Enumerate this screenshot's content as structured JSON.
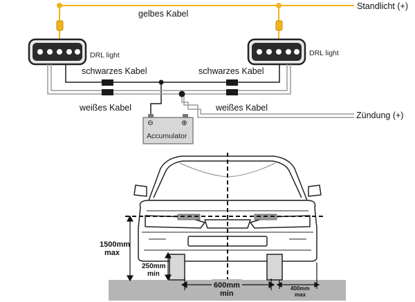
{
  "wiring": {
    "yellow_cable": "gelbes Kabel",
    "parking_light": "Standlicht (+)",
    "drl_left": "DRL light",
    "drl_right": "DRL light",
    "black_cable_left": "schwarzes Kabel",
    "black_cable_right": "schwarzes Kabel",
    "white_cable_left": "weißes Kabel",
    "white_cable_right": "weißes Kabel",
    "ignition": "Zündung (+)",
    "accumulator": "Accumulator",
    "minus_sign": "⊖",
    "plus_sign": "⊕"
  },
  "mounting": {
    "height_max_value": "1500mm",
    "height_max_unit": "max",
    "height_min_value": "250mm",
    "height_min_unit": "min",
    "spacing_min_value": "600mm",
    "spacing_min_unit": "min",
    "edge_max_value": "400mm",
    "edge_max_unit": "max"
  },
  "colors": {
    "yellow_wire": "#f2b21a",
    "gray_wire": "#9a9a9a",
    "black_wire": "#1a1a1a",
    "ground": "#b5b5b5"
  }
}
